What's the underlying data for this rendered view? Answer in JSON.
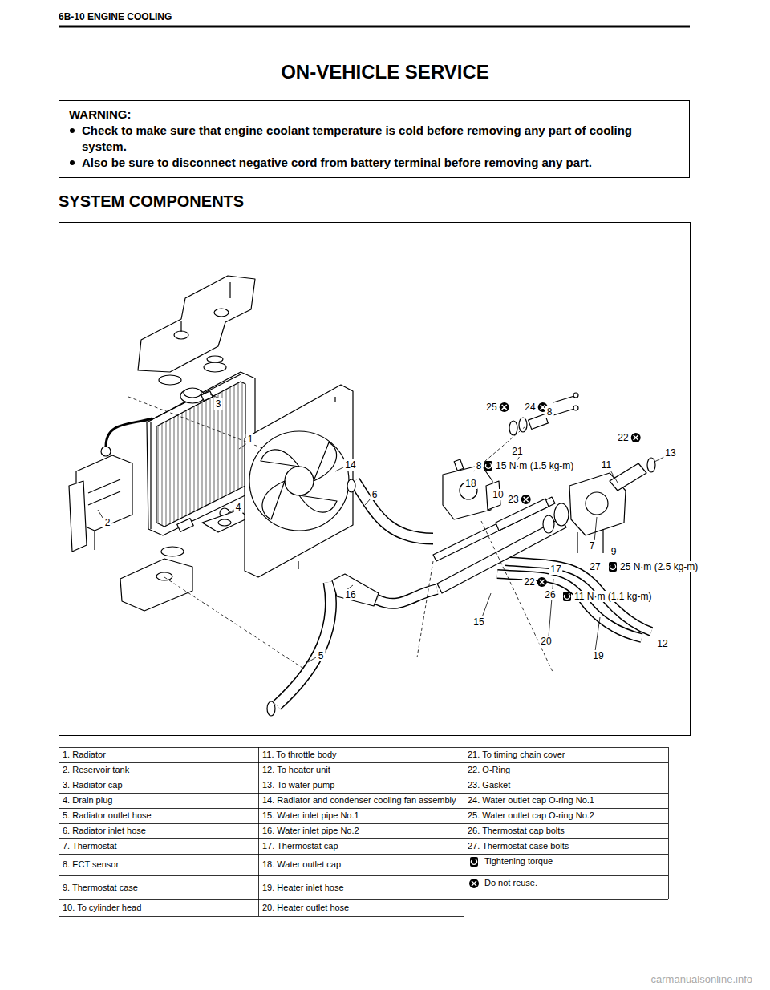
{
  "diagram": {
    "title": "ON-VEHICLE SERVICE",
    "nodes": [
      {
        "text": [
          "WARNING:",
          "Check to make sure that engine coolant temperature is cold before removing any part of cooling system.",
          "Also be sure to disconnect negative cord from battery terminal before removing any part."
        ]
      }
    ],
    "labels": [
      "6B-10 ENGINE COOLING",
      "SYSTEM COMPONENTS",
      "3",
      "1",
      "14",
      "2",
      "4",
      "6",
      "5",
      "16",
      "25",
      "24",
      "8",
      "21",
      "22",
      "13",
      "8",
      "18",
      "10",
      "11",
      "23",
      "7",
      "9",
      "17",
      "27",
      "22",
      "26",
      "15",
      "20",
      "19",
      "12",
      "15 N·m (1.5 kg-m)",
      "25 N·m (2.5 kg-m)",
      "11 N·m (1.1 kg-m)",
      "1. Radiator",
      "11. To throttle body",
      "21. To timing chain cover",
      "2. Reservoir tank",
      "12. To heater unit",
      "22. O-Ring",
      "3. Radiator cap",
      "13. To water pump",
      "23. Gasket",
      "4. Drain plug",
      "14. Radiator and condenser cooling fan assembly",
      "24. Water outlet cap O-ring No.1",
      "5. Radiator outlet hose",
      "15. Water inlet pipe No.1",
      "25. Water outlet cap O-ring No.2",
      "6. Radiator inlet hose",
      "16. Water inlet pipe No.2",
      "26. Thermostat cap bolts",
      "7. Thermostat",
      "17. Thermostat cap",
      "27. Thermostat case bolts",
      "8. ECT sensor",
      "18. Water outlet cap",
      "9. Thermostat case",
      "19. Heater inlet hose",
      "10. To cylinder head",
      "20. Heater outlet hose",
      "carmanualsonline.info"
    ],
    "legend": [
      {
        "text": "Tightening torque"
      },
      {
        "text": "Do not reuse."
      }
    ]
  }
}
